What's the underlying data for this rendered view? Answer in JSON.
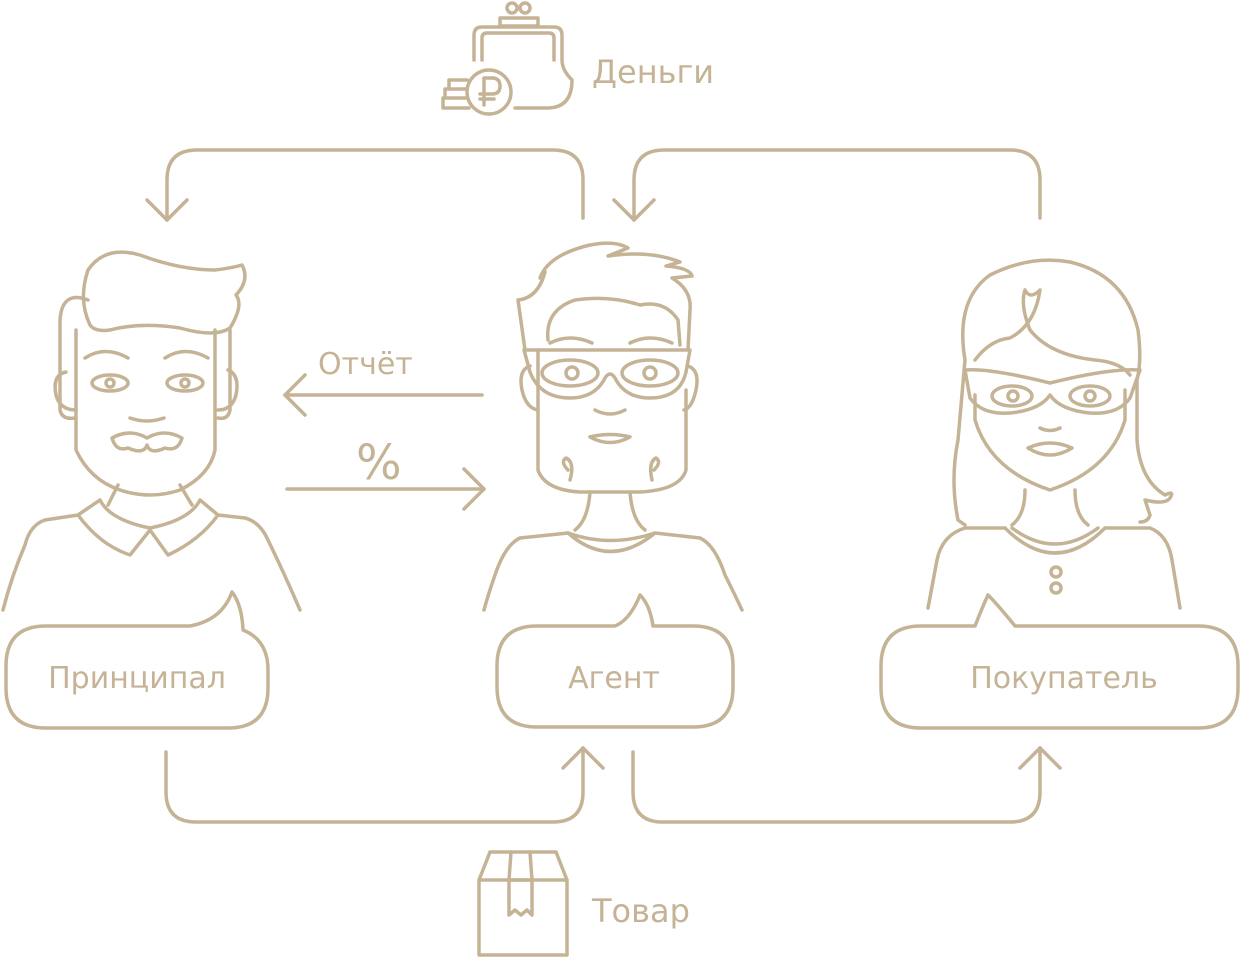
{
  "labels": {
    "money": "Деньги",
    "report": "Отчёт",
    "percent": "%",
    "goods": "Товар"
  },
  "actors": {
    "principal": "Принципал",
    "agent": "Агент",
    "buyer": "Покупатель"
  },
  "colors": {
    "stroke": "#C5B396",
    "background": "#FFFFFF"
  }
}
